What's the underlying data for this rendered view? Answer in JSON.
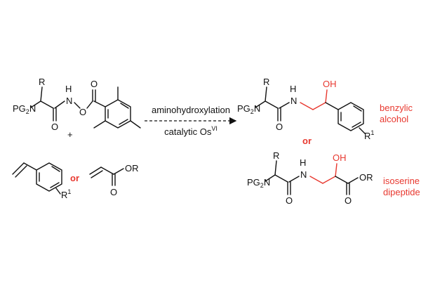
{
  "colors": {
    "ink": "#111111",
    "accent": "#e8382f"
  },
  "labels": {
    "R": "R",
    "R1": "R",
    "R1_sup": "1",
    "PG": "PG",
    "PG_sub": "2",
    "N": "N",
    "H": "H",
    "O": "O",
    "OH": "OH",
    "OR": "OR",
    "plus": "+",
    "or": "or"
  },
  "arrow": {
    "top_label": "aminohydroxylation",
    "bottom_label": "catalytic Os",
    "bottom_label_sup": "VI"
  },
  "products": {
    "benzylic_line1": "benzylic",
    "benzylic_line2": "alcohol",
    "isoserine_line1": "isoserine",
    "isoserine_line2": "dipeptide"
  }
}
